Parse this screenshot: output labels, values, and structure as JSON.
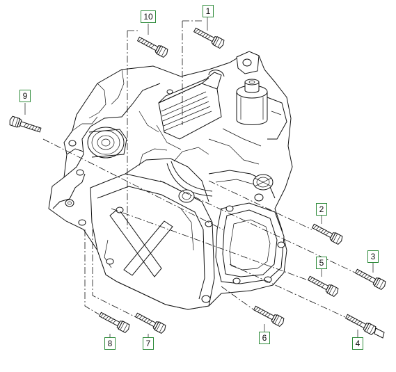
{
  "callouts": [
    {
      "id": "c1",
      "label": "1"
    },
    {
      "id": "c2",
      "label": "2"
    },
    {
      "id": "c3",
      "label": "3"
    },
    {
      "id": "c4",
      "label": "4"
    },
    {
      "id": "c5",
      "label": "5"
    },
    {
      "id": "c6",
      "label": "6"
    },
    {
      "id": "c7",
      "label": "7"
    },
    {
      "id": "c8",
      "label": "8"
    },
    {
      "id": "c9",
      "label": "9"
    },
    {
      "id": "c10",
      "label": "10"
    }
  ],
  "colors": {
    "callout_border": "#2e8b3a",
    "line": "#111111",
    "background": "#ffffff"
  }
}
